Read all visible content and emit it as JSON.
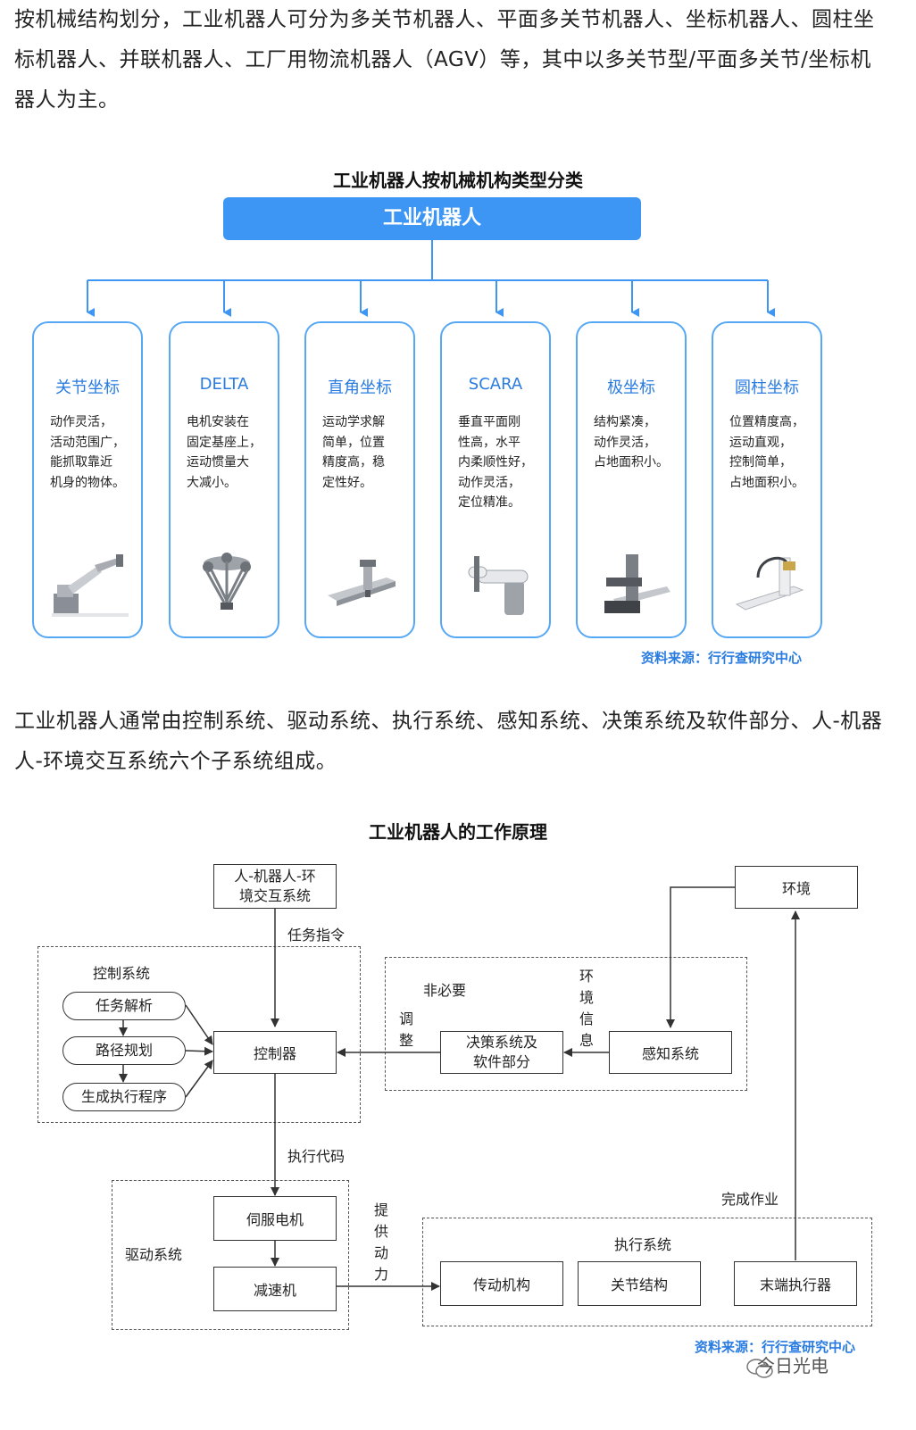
{
  "intro": {
    "text": "按机械结构划分，工业机器人可分为多关节机器人、平面多关节机器人、坐标机器人、圆柱坐标机器人、并联机器人、工厂用物流机器人（AGV）等，其中以多关节型/平面多关节/坐标机器人为主。"
  },
  "classification": {
    "title": "工业机器人按机械机构类型分类",
    "root": "工业机器人",
    "source": "资料来源：行行查研究中心",
    "accent_color": "#3d96f3",
    "types": [
      {
        "name": "关节坐标",
        "desc": "动作灵活，\n活动范围广，\n能抓取靠近\n机身的物体。",
        "icon": "articulated-robot-icon"
      },
      {
        "name": "DELTA",
        "desc": "电机安装在\n固定基座上，\n运动惯量大\n大减小。",
        "icon": "delta-robot-icon"
      },
      {
        "name": "直角坐标",
        "desc": "运动学求解\n简单，位置\n精度高，稳\n定性好。",
        "icon": "cartesian-robot-icon"
      },
      {
        "name": "SCARA",
        "desc": "垂直平面刚\n性高，水平\n内柔顺性好，\n动作灵活，\n定位精准。",
        "icon": "scara-robot-icon"
      },
      {
        "name": "极坐标",
        "desc": "结构紧凑，\n动作灵活，\n占地面积小。",
        "icon": "polar-robot-icon"
      },
      {
        "name": "圆柱坐标",
        "desc": "位置精度高，\n运动直观，\n控制简单，\n占地面积小。",
        "icon": "cylindrical-robot-icon"
      }
    ]
  },
  "subsystems": {
    "text": "工业机器人通常由控制系统、驱动系统、执行系统、感知系统、决策系统及软件部分、人-机器人-环境交互系统六个子系统组成。"
  },
  "principle": {
    "title": "工业机器人的工作原理",
    "hri_system": "人-机器人-环\n境交互系统",
    "environment": "环境",
    "task_command": "任务指令",
    "control_system": {
      "label": "控制系统",
      "steps": [
        "任务解析",
        "路径规划",
        "生成执行程序"
      ],
      "controller": "控制器"
    },
    "optional_group": {
      "label": "非必要",
      "decision": "决策系统及\n软件部分",
      "perception": "感知系统",
      "adjust": "调\n整",
      "env_info": "环\n境\n信\n息"
    },
    "exec_code": "执行代码",
    "drive_system": {
      "label": "驱动系统",
      "servo": "伺服电机",
      "reducer": "减速机"
    },
    "provide_power": "提\n供\n动\n力",
    "complete_work": "完成作业",
    "exec_system": {
      "label": "执行系统",
      "parts": [
        "传动机构",
        "关节结构",
        "末端执行器"
      ]
    },
    "source": "资料来源：行行查研究中心"
  },
  "watermark": "今日光电"
}
